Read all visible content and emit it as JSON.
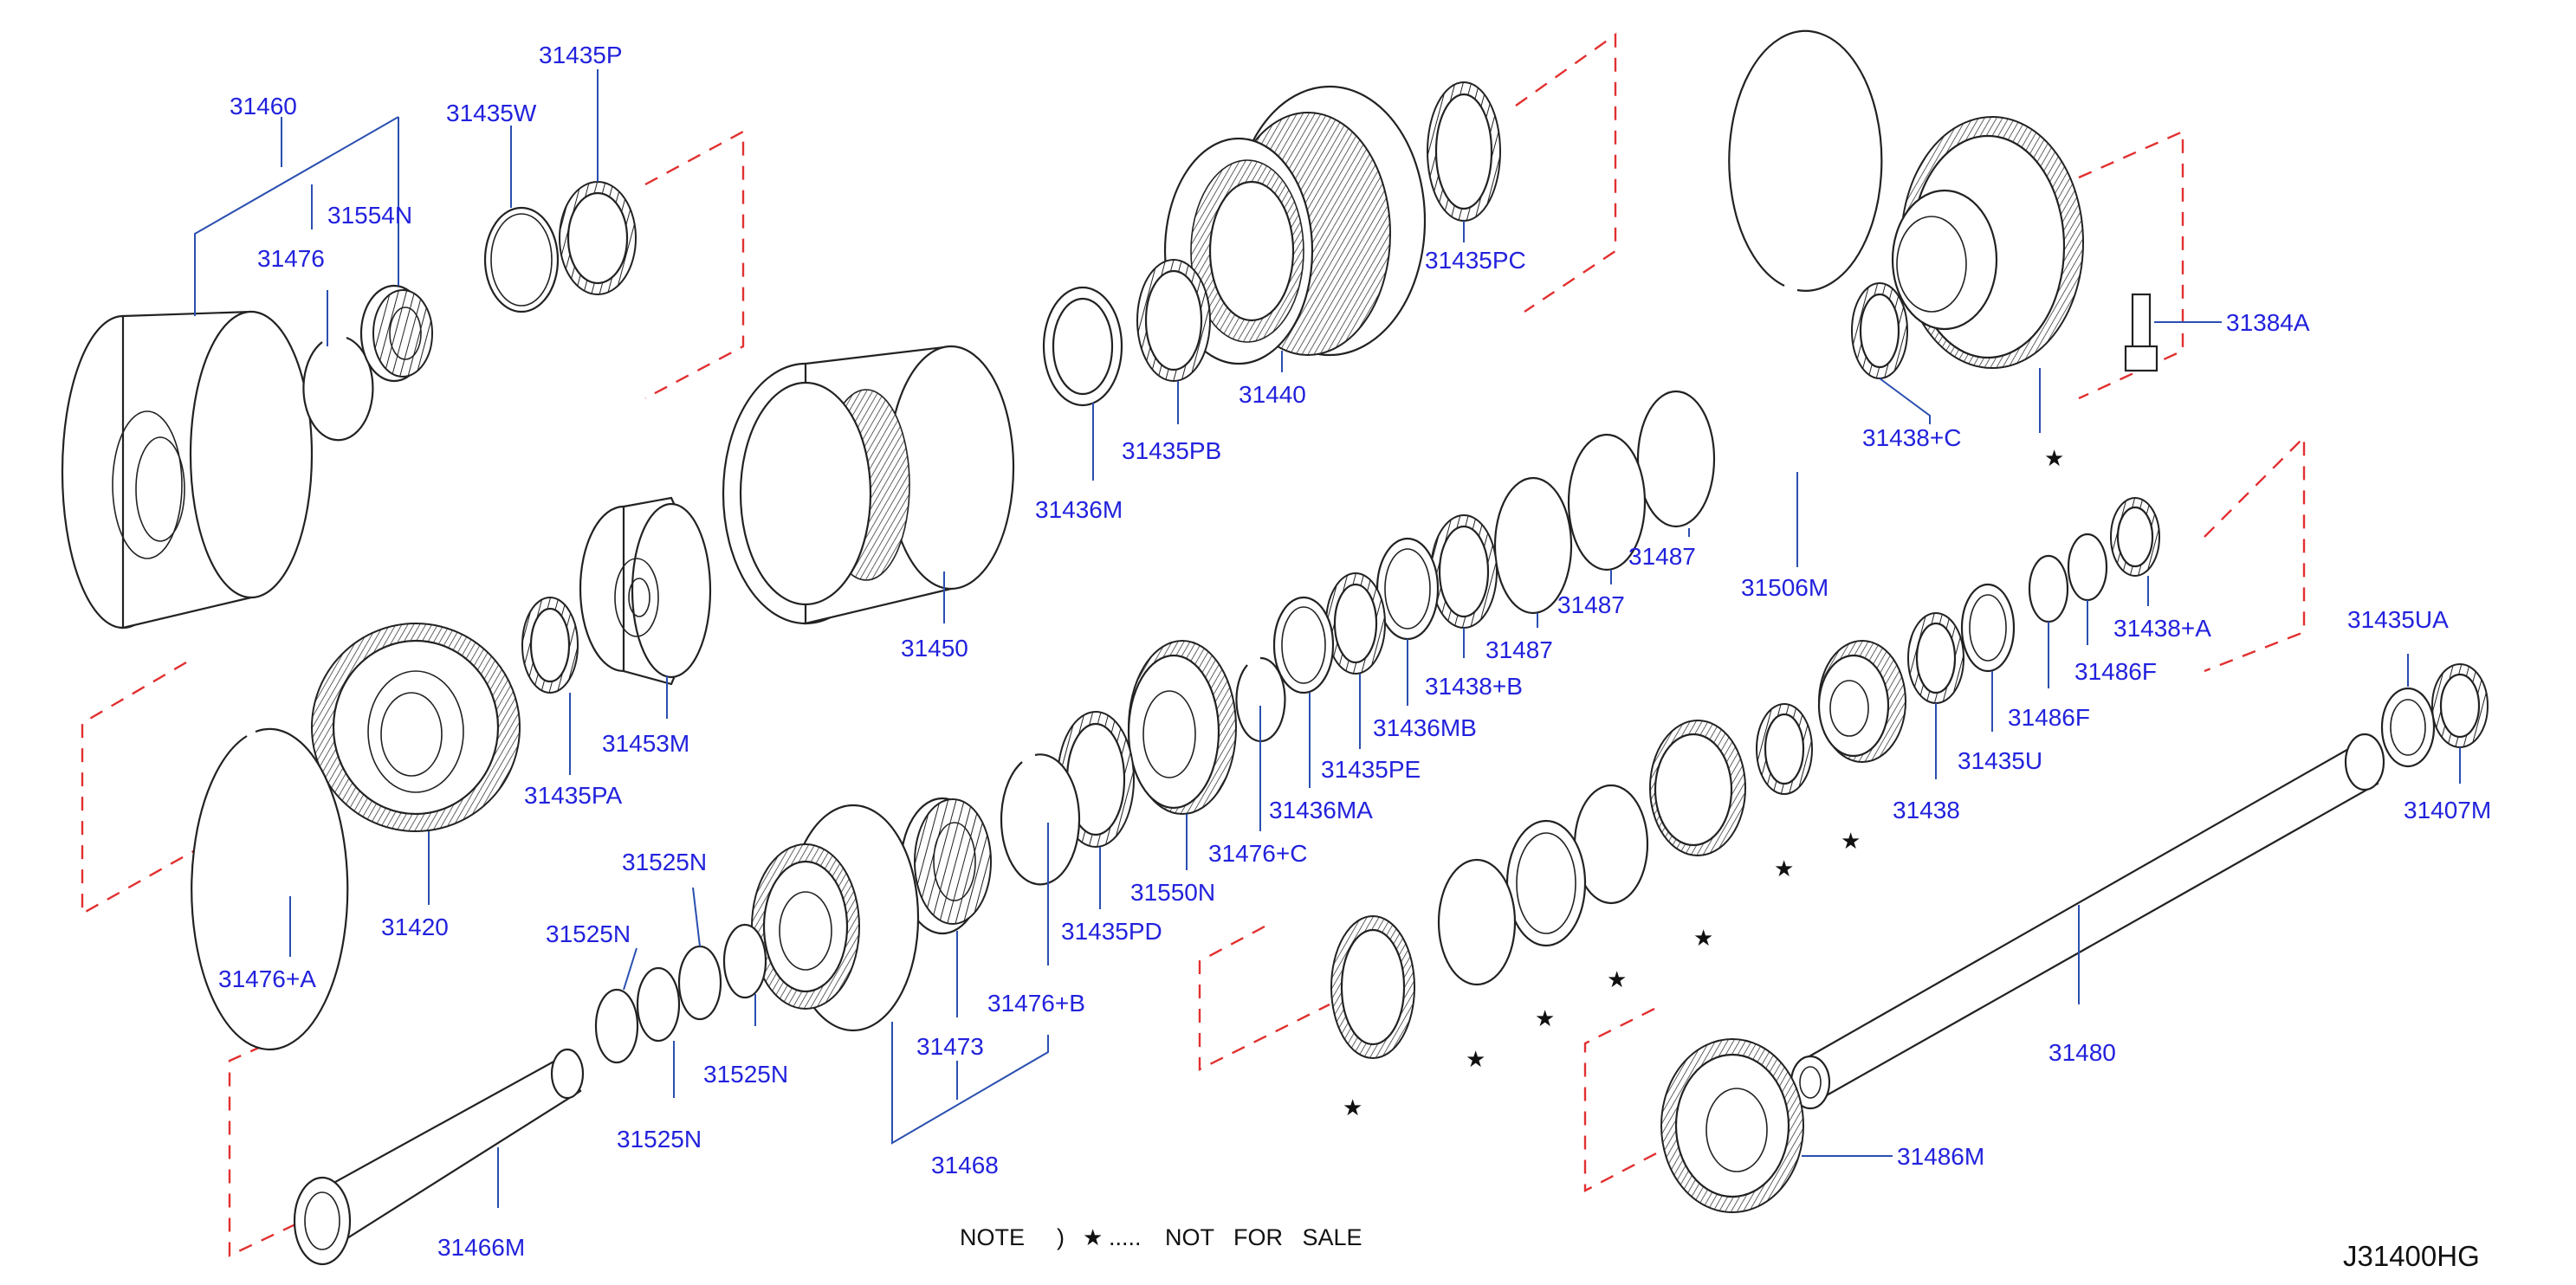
{
  "callouts": [
    {
      "id": "31460",
      "text": "31460"
    },
    {
      "id": "31435P",
      "text": "31435P"
    },
    {
      "id": "31435W",
      "text": "31435W"
    },
    {
      "id": "31554N",
      "text": "31554N"
    },
    {
      "id": "31476",
      "text": "31476"
    },
    {
      "id": "31435PC",
      "text": "31435PC"
    },
    {
      "id": "31440",
      "text": "31440"
    },
    {
      "id": "31435PB",
      "text": "31435PB"
    },
    {
      "id": "31436M",
      "text": "31436M"
    },
    {
      "id": "31450",
      "text": "31450"
    },
    {
      "id": "31453M",
      "text": "31453M"
    },
    {
      "id": "31435PA",
      "text": "31435PA"
    },
    {
      "id": "31420",
      "text": "31420"
    },
    {
      "id": "31476A",
      "text": "31476+A"
    },
    {
      "id": "31384A",
      "text": "31384A"
    },
    {
      "id": "31438C",
      "text": "31438+C"
    },
    {
      "id": "31506M",
      "text": "31506M"
    },
    {
      "id": "31487a",
      "text": "31487"
    },
    {
      "id": "31487b",
      "text": "31487"
    },
    {
      "id": "31487c",
      "text": "31487"
    },
    {
      "id": "31438B",
      "text": "31438+B"
    },
    {
      "id": "31436MB",
      "text": "31436MB"
    },
    {
      "id": "31435PE",
      "text": "31435PE"
    },
    {
      "id": "31436MA",
      "text": "31436MA"
    },
    {
      "id": "31476C",
      "text": "31476+C"
    },
    {
      "id": "31550N",
      "text": "31550N"
    },
    {
      "id": "31435PD",
      "text": "31435PD"
    },
    {
      "id": "31476B",
      "text": "31476+B"
    },
    {
      "id": "31473",
      "text": "31473"
    },
    {
      "id": "31468",
      "text": "31468"
    },
    {
      "id": "31525Na",
      "text": "31525N"
    },
    {
      "id": "31525Nb",
      "text": "31525N"
    },
    {
      "id": "31525Nc",
      "text": "31525N"
    },
    {
      "id": "31525Nd",
      "text": "31525N"
    },
    {
      "id": "31466M",
      "text": "31466M"
    },
    {
      "id": "31438A",
      "text": "31438+A"
    },
    {
      "id": "31486Fa",
      "text": "31486F"
    },
    {
      "id": "31486Fb",
      "text": "31486F"
    },
    {
      "id": "31435U",
      "text": "31435U"
    },
    {
      "id": "31438",
      "text": "31438"
    },
    {
      "id": "31435UA",
      "text": "31435UA"
    },
    {
      "id": "31407M",
      "text": "31407M"
    },
    {
      "id": "31480",
      "text": "31480"
    },
    {
      "id": "31486M",
      "text": "31486M"
    }
  ],
  "star_symbol": "★",
  "note": {
    "prefix": "NOTE",
    "paren": ")",
    "star": "★",
    "dots": ".....",
    "text": "NOT   FOR   SALE"
  },
  "diagram_code": "J31400HG"
}
